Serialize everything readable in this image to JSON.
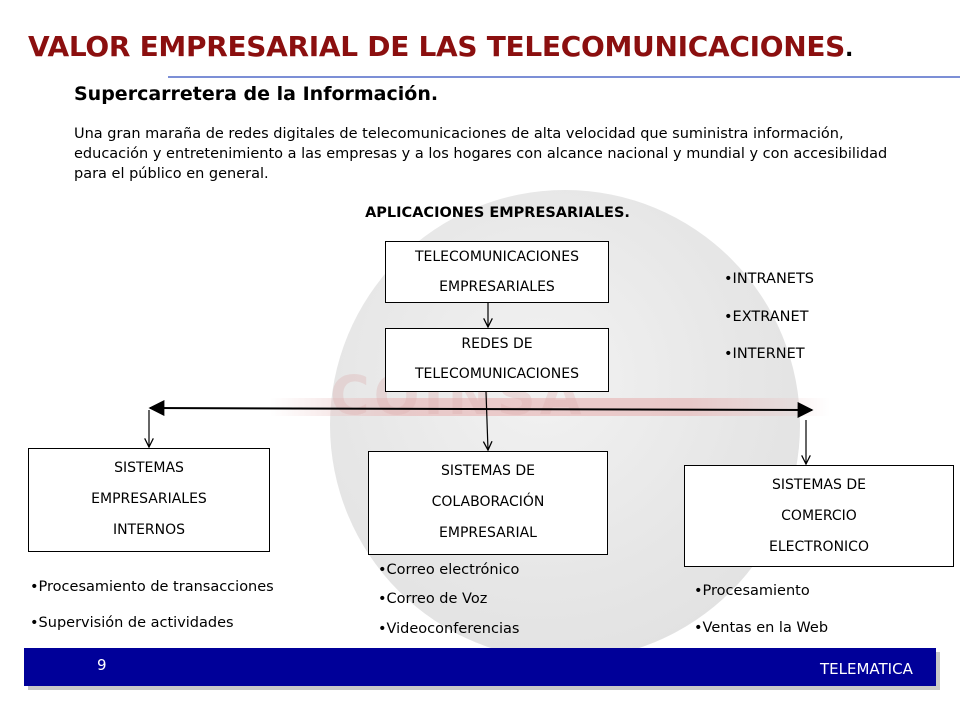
{
  "header": {
    "title": "VALOR EMPRESARIAL DE LAS TELECOMUNICACIONES",
    "title_period": "."
  },
  "intro": {
    "subtitle": "Supercarretera de la Información.",
    "description": "Una gran maraña de redes digitales de telecomunicaciones de alta velocidad que suministra información, educación y entretenimiento a las empresas y a los hogares con alcance nacional y mundial y con accesibilidad para el público en general."
  },
  "diagram": {
    "heading": "APLICACIONES EMPRESARIALES.",
    "top_box": [
      "TELECOMUNICACIONES",
      "EMPRESARIALES"
    ],
    "network_box": [
      "REDES DE",
      "TELECOMUNICACIONES"
    ],
    "network_types": [
      "•INTRANETS",
      "•EXTRANET",
      "•INTERNET"
    ],
    "systems": [
      {
        "lines": [
          "SISTEMAS",
          "EMPRESARIALES",
          "INTERNOS"
        ],
        "bullets": [
          "•Procesamiento de transacciones",
          "•Supervisión de actividades"
        ]
      },
      {
        "lines": [
          "SISTEMAS DE",
          "COLABORACIÓN",
          "EMPRESARIAL"
        ],
        "bullets": [
          "•Correo electrónico",
          "•Correo de Voz",
          "•Videoconferencias"
        ]
      },
      {
        "lines": [
          "SISTEMAS DE",
          "COMERCIO",
          "ELECTRONICO"
        ],
        "bullets": [
          "•Procesamiento",
          "•Ventas en la Web"
        ]
      }
    ]
  },
  "watermark": {
    "text": "COINSA"
  },
  "footer": {
    "page_number": "9",
    "label": "TELEMATICA"
  },
  "colors": {
    "title": "#8b0f0f",
    "footer_bar": "#000099",
    "title_rule": "#7c8fd6"
  }
}
